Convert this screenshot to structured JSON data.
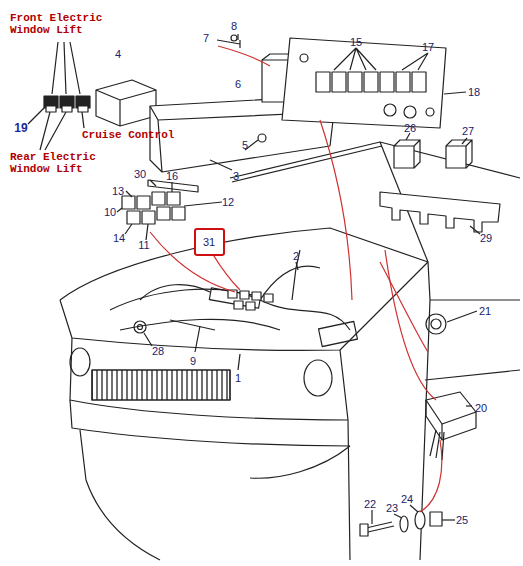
{
  "diagram": {
    "nodes": [
      {
        "text": [
          "31"
        ]
      }
    ],
    "labels": [
      "Front Electric Window Lift",
      "19",
      "Cruise Control",
      "Rear Electric Window Lift",
      "4",
      "8",
      "7",
      "6",
      "15",
      "17",
      "18",
      "5",
      "3",
      "26",
      "27",
      "30",
      "16",
      "13",
      "12",
      "10",
      "14",
      "11",
      "29",
      "2",
      "21",
      "28",
      "9",
      "1",
      "20",
      "22",
      "23",
      "24",
      "25"
    ]
  }
}
